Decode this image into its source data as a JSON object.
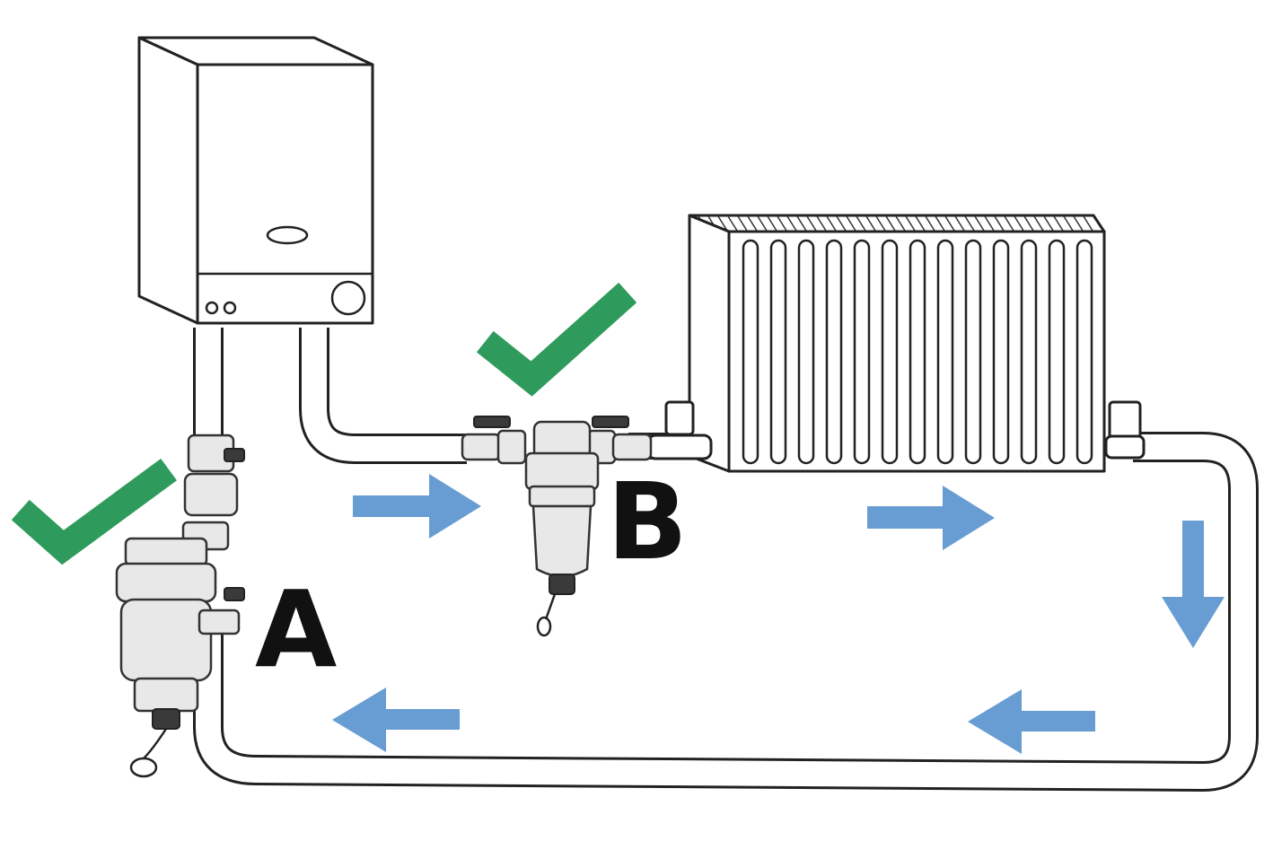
{
  "labels": {
    "a": "A",
    "b": "B"
  },
  "colors": {
    "check": "#2e9b5c",
    "arrow": "#5b95cf",
    "outline": "#222222"
  },
  "flow_arrows": [
    {
      "name": "flow-arrow-to-filter-b",
      "direction": "right"
    },
    {
      "name": "flow-arrow-to-radiator",
      "direction": "right"
    },
    {
      "name": "flow-arrow-return-down",
      "direction": "down"
    },
    {
      "name": "flow-arrow-return-bottom-right",
      "direction": "left"
    },
    {
      "name": "flow-arrow-return-bottom-left",
      "direction": "left"
    }
  ],
  "checkmarks": [
    {
      "name": "check-icon-a",
      "meaning": "correct"
    },
    {
      "name": "check-icon-b",
      "meaning": "correct"
    }
  ]
}
